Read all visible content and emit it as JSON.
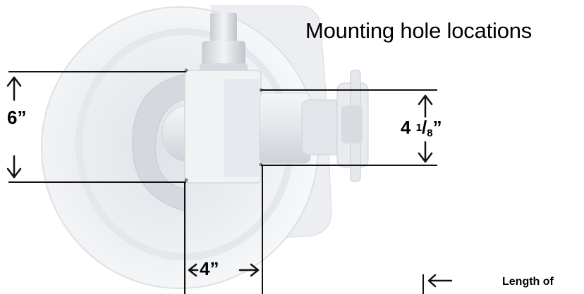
{
  "title": "Mounting hole locations",
  "dimensions": {
    "vertical_left": "6”",
    "horizontal_bottom": "4”",
    "vertical_right": {
      "whole": "4",
      "numerator": "1",
      "denominator": "8",
      "unit": "”"
    }
  },
  "caption": "Length of",
  "arrow_glyph": "←",
  "colors": {
    "line": "#111111",
    "device_light": "#eef0f3",
    "device_mid": "#d3d7dd",
    "device_dark": "#b8bdc5"
  }
}
